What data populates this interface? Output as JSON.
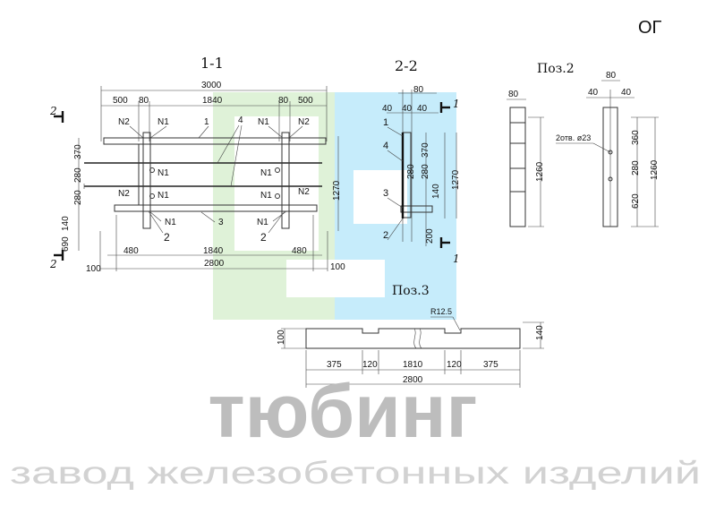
{
  "corner_code": "ОГ",
  "brand": {
    "name": "тюбинг",
    "tagline": "завод железобетонных изделий",
    "logo_colors": {
      "green": "#dff2d8",
      "blue": "#c6ecfb",
      "text": "#bdbdbd",
      "tagline": "#d2d2d2"
    }
  },
  "section_1": {
    "title": "1-1",
    "cut_mark": "2",
    "dims_top": {
      "total": "3000",
      "left_outer": "500",
      "left_gap": "80",
      "middle": "1840",
      "right_gap": "80",
      "right_outer": "500"
    },
    "dims_left": {
      "top": "370",
      "mid1": "280",
      "mid2": "280",
      "bottom1": "140",
      "bottom2": "690"
    },
    "dim_right": "1270",
    "dims_bottom": {
      "left": "480",
      "middle": "1840",
      "right": "480",
      "total": "2800",
      "left_end": "100",
      "right_end": "100"
    },
    "labels": {
      "n2": "N2",
      "n1": "N1",
      "p1": "1",
      "p2": "2",
      "p3": "3",
      "p4": "4"
    }
  },
  "section_2": {
    "title": "2-2",
    "cut_mark": "1",
    "dims_top": {
      "a": "40",
      "b": "80",
      "c": "40",
      "d": "40"
    },
    "dims_right": {
      "a": "370",
      "b": "280",
      "c": "280",
      "d": "140",
      "e": "200"
    },
    "dim_total": "1270",
    "labels": {
      "p1": "1",
      "p4": "4",
      "p3": "3",
      "p2": "2"
    }
  },
  "poz2": {
    "title": "Поз.2",
    "dims_left": {
      "width": "80",
      "height": "1260"
    },
    "dims_right": {
      "width": "80",
      "left": "40",
      "right": "40",
      "holes": "2отв. ø23",
      "a": "360",
      "b": "280",
      "c": "620",
      "height": "1260"
    }
  },
  "poz3": {
    "title": "Поз.3",
    "radius": "R12.5",
    "dim_left": "100",
    "dim_right": "140",
    "dims_bottom": {
      "a": "375",
      "b": "120",
      "c": "1810",
      "d": "120",
      "e": "375",
      "total": "2800"
    }
  }
}
